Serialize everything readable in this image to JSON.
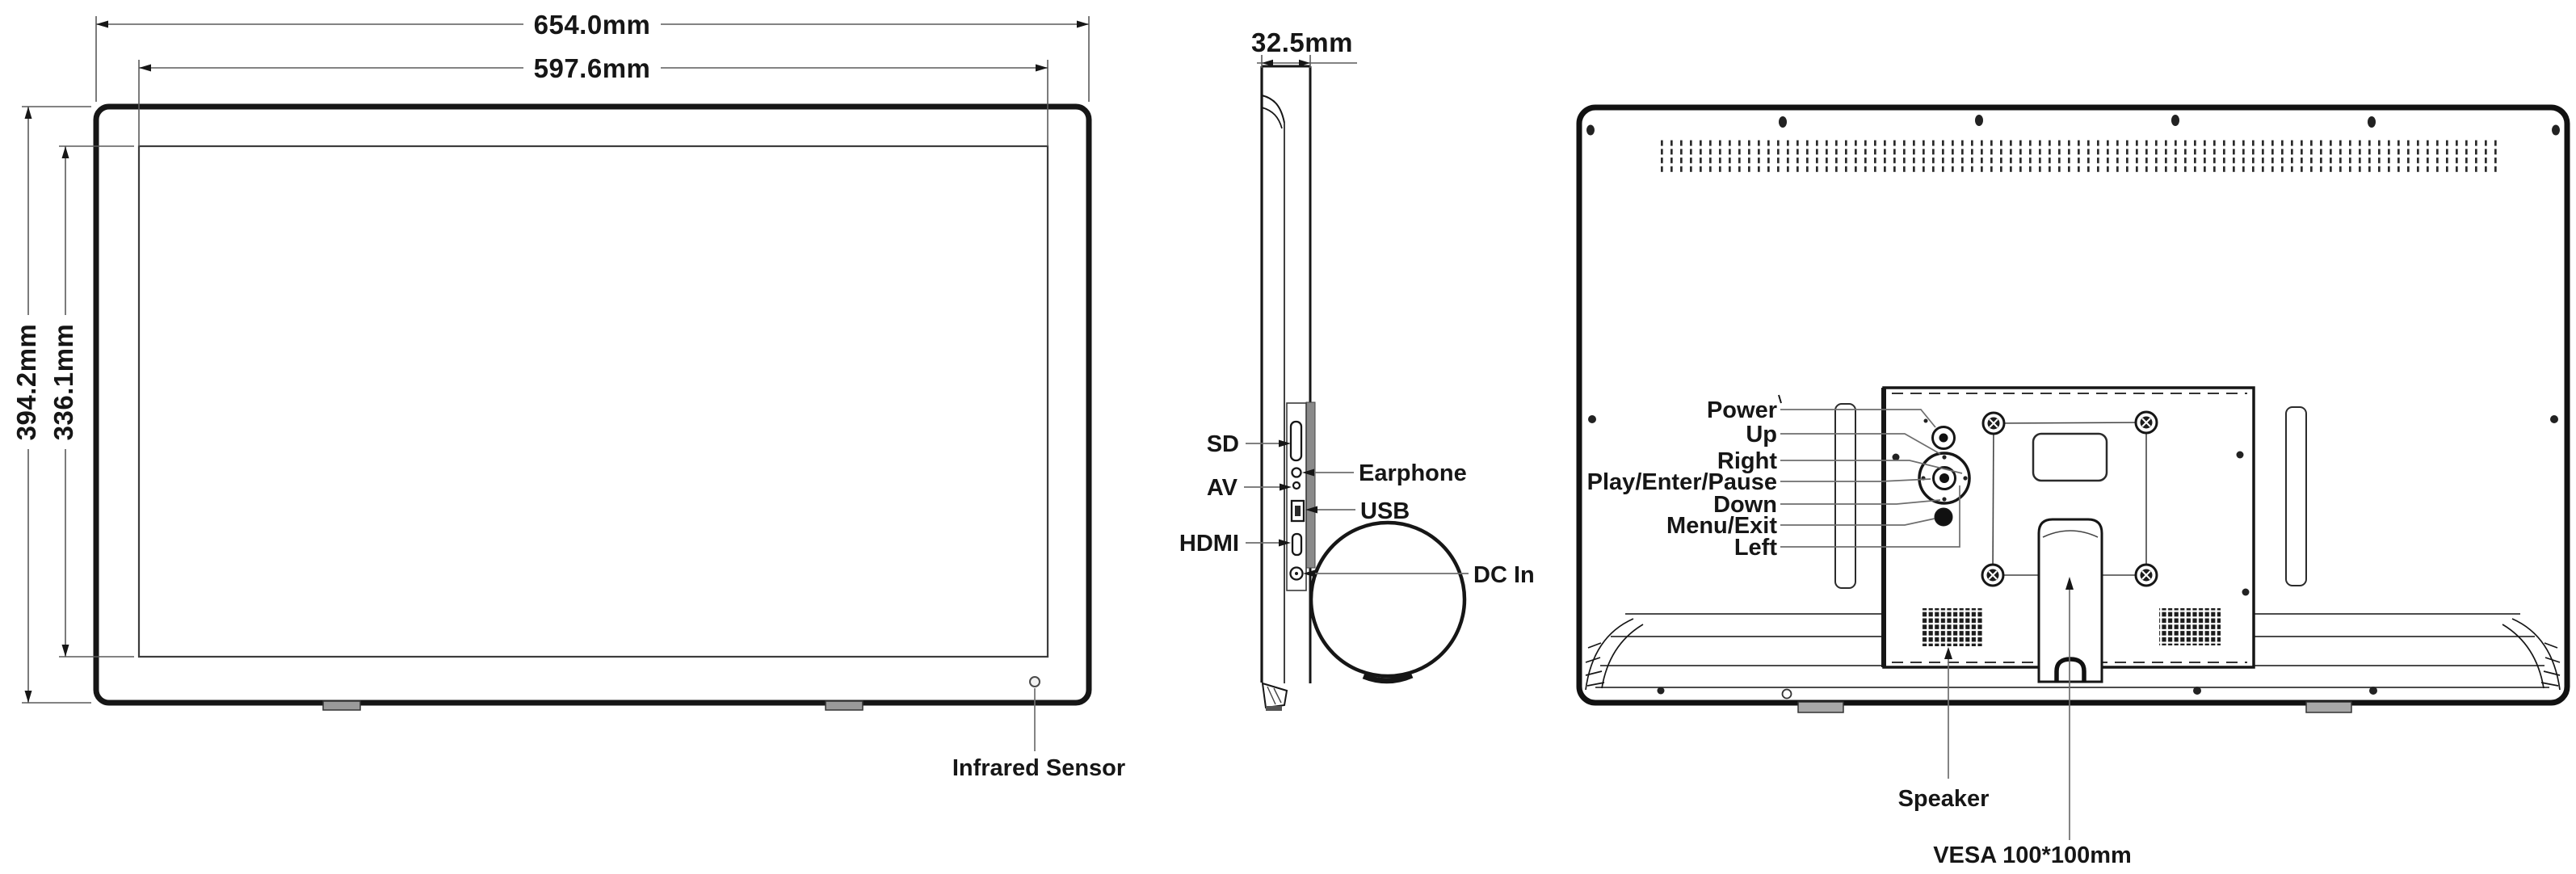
{
  "diagram": {
    "front": {
      "dim_outer_width": "654.0mm",
      "dim_screen_width": "597.6mm",
      "dim_outer_height": "394.2mm",
      "dim_screen_height": "336.1mm",
      "infrared_label": "Infrared Sensor"
    },
    "side": {
      "dim_depth": "32.5mm",
      "ports": {
        "sd": "SD",
        "av": "AV",
        "hdmi": "HDMI",
        "earphone": "Earphone",
        "usb": "USB",
        "dc_in": "DC In"
      }
    },
    "back": {
      "buttons": {
        "power": "Power",
        "up": "Up",
        "right": "Right",
        "play": "Play/Enter/Pause",
        "down": "Down",
        "menu": "Menu/Exit",
        "left": "Left"
      },
      "speaker": "Speaker",
      "vesa": "VESA 100*100mm"
    },
    "colors": {
      "line": "#161616",
      "leader": "#6e6e6e",
      "shade": "#8a8a8a"
    }
  }
}
